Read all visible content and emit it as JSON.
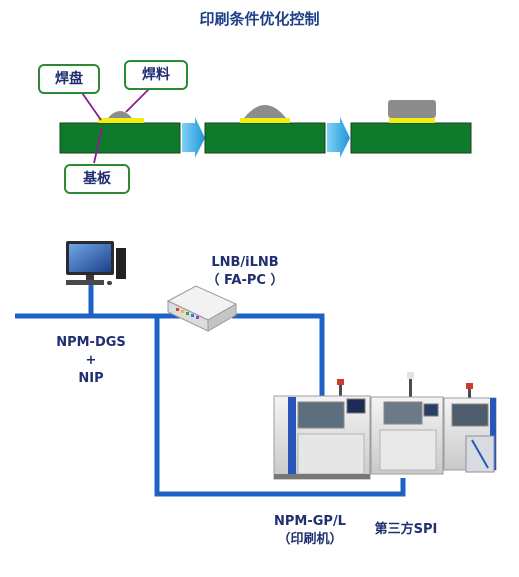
{
  "title": "印刷条件优化控制",
  "process": {
    "labels": {
      "pad": "焊盘",
      "solder": "焊料",
      "substrate": "基板"
    },
    "colors": {
      "board": "#107a2c",
      "board_border": "#1a3d1f",
      "pad": "#f3ec17",
      "solder": "#8c8c8c",
      "arrow": "#2ea6df"
    }
  },
  "network": {
    "color": "#1f62c6",
    "pc_label": {
      "line1": "NPM-DGS",
      "line2": "+",
      "line3": "NIP"
    },
    "hub_label": {
      "line1": "LNB/iLNB",
      "line2": "（ FA-PC ）"
    },
    "printer_label": {
      "line1": "NPM-GP/L",
      "line2": "（印刷机）"
    },
    "spi_label": "第三方SPI"
  }
}
